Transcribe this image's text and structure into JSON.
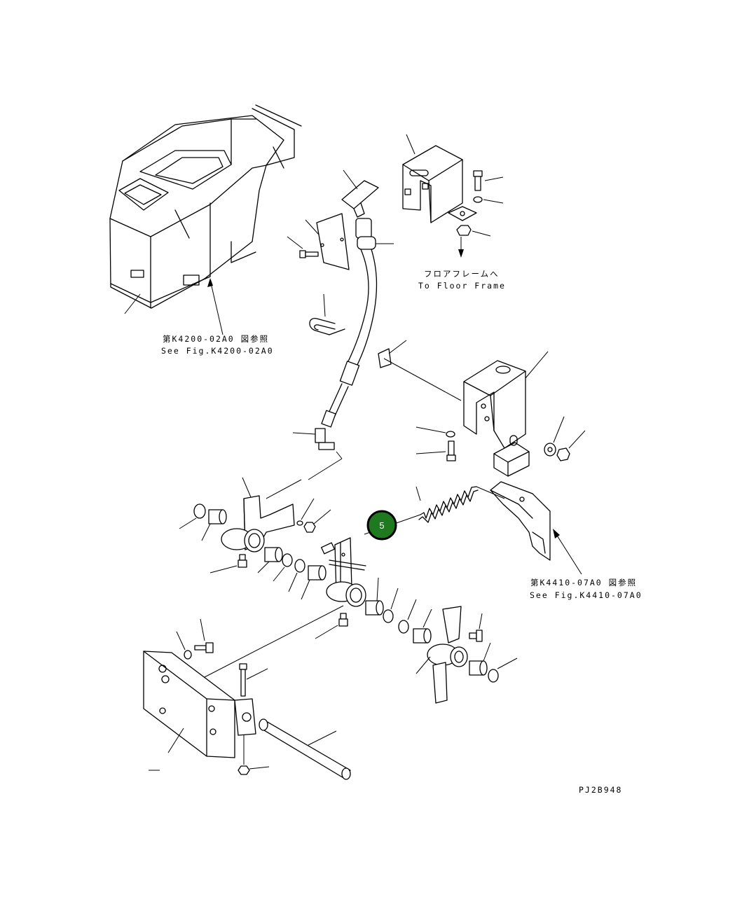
{
  "references": {
    "console_ref_jp": "第K4200-02A0 図参照",
    "console_ref_en": "See Fig.K4200-02A0",
    "floor_frame_jp": "フロアフレームへ",
    "floor_frame_en": "To Floor Frame",
    "bracket_ref_jp": "第K4410-07A0 図参照",
    "bracket_ref_en": "See Fig.K4410-07A0"
  },
  "drawing_code": "PJ2B948",
  "callout": {
    "label": "5",
    "color": "#1f7a1f"
  }
}
